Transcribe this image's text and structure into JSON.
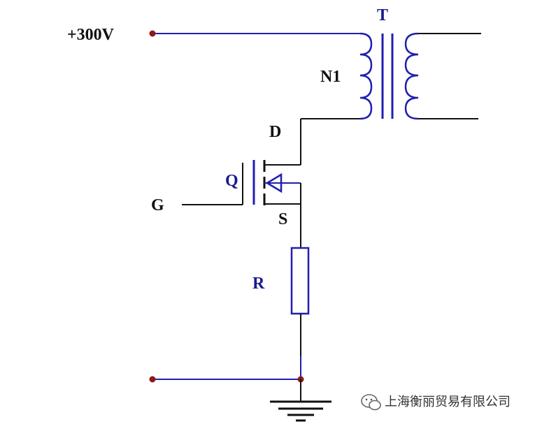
{
  "labels": {
    "supply": "+300V",
    "transformer": "T",
    "primary_winding": "N1",
    "drain": "D",
    "mosfet": "Q",
    "gate": "G",
    "source": "S",
    "resistor": "R"
  },
  "watermark": {
    "text": "上海衡丽贸易有限公司",
    "icon": "wechat-icon"
  },
  "colors": {
    "wire_black": "#111111",
    "wire_blue": "#1f1fb0",
    "node_dot": "#8b1a1a",
    "label_blue": "#1a1a8c"
  }
}
